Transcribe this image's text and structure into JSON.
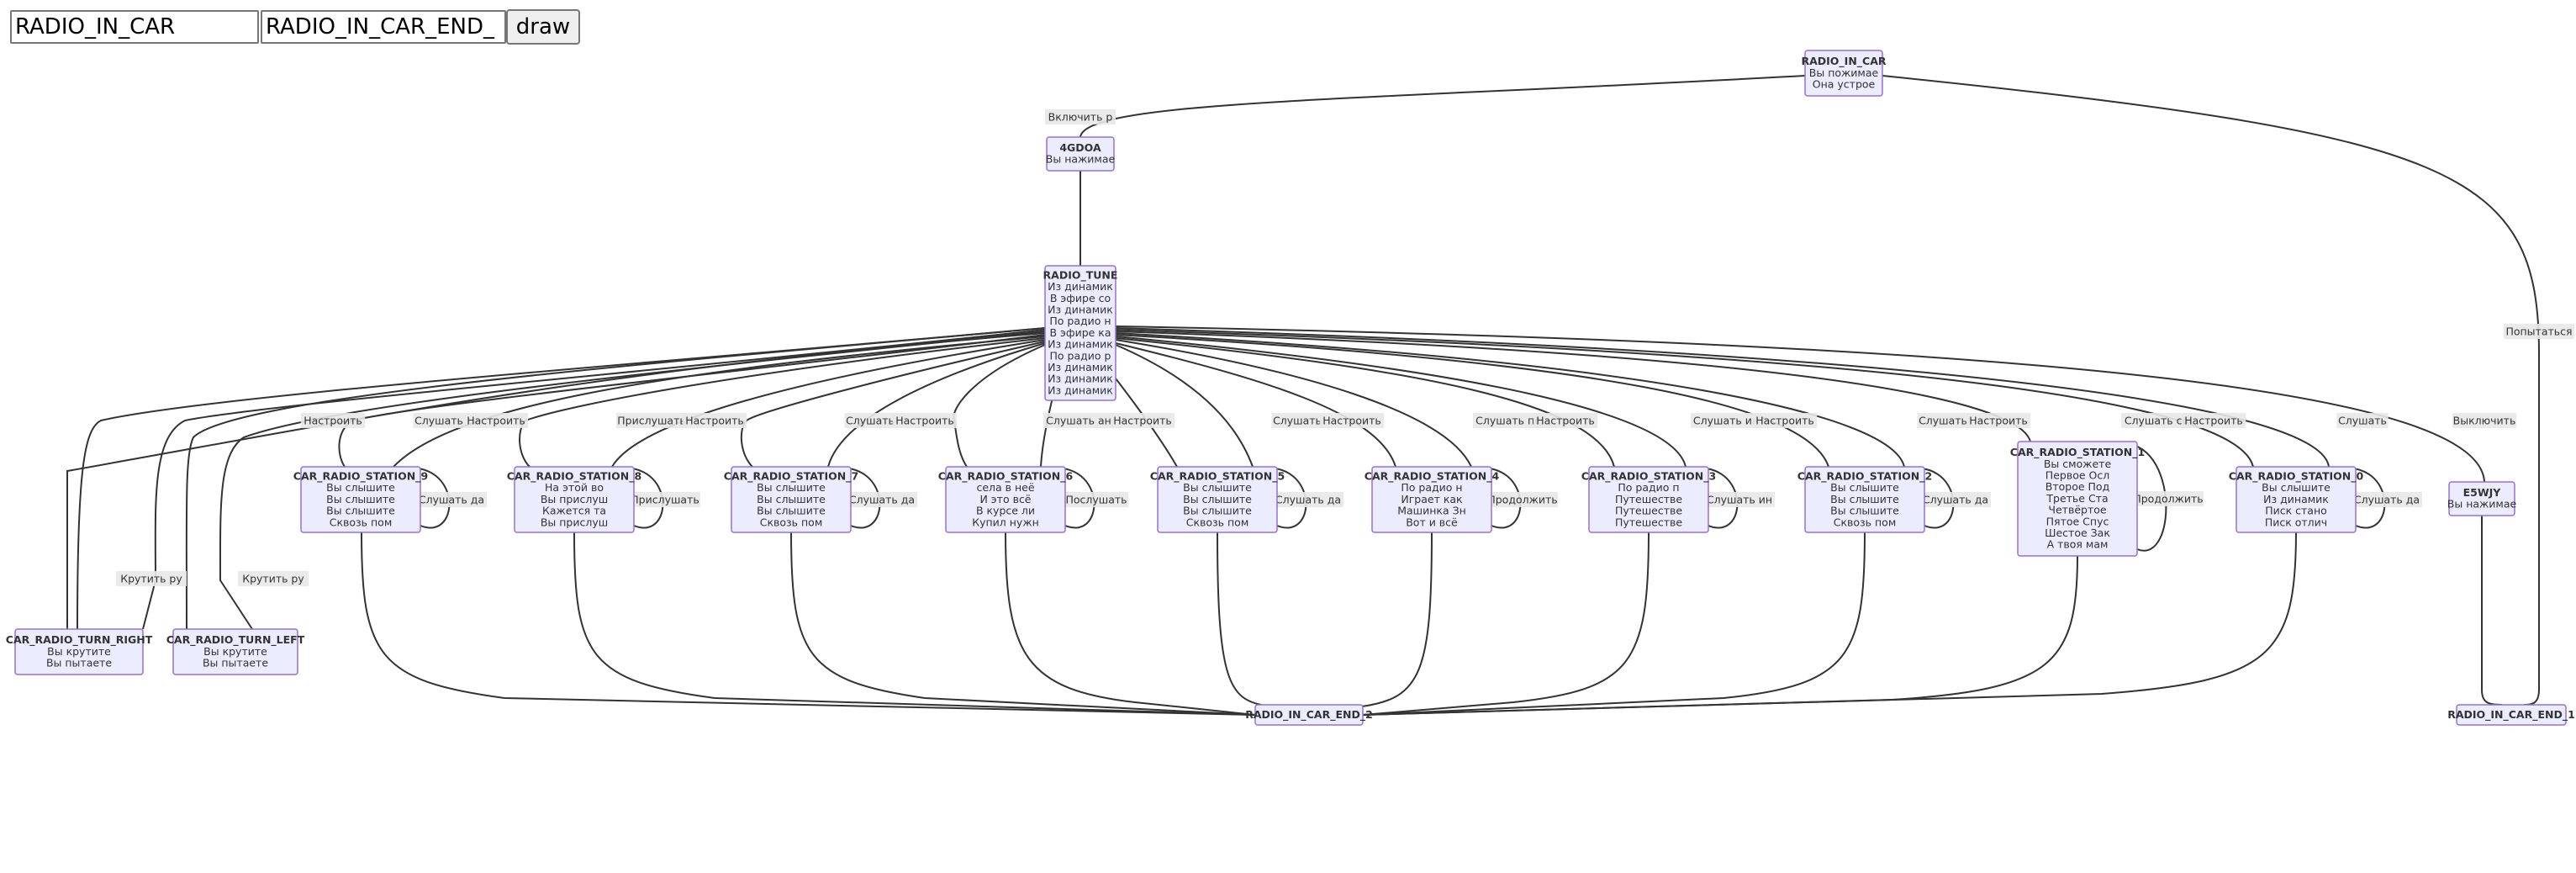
{
  "toolbar": {
    "start_value": "RADIO_IN_CAR",
    "end_value": "RADIO_IN_CAR_END_",
    "draw_label": "draw"
  },
  "colors": {
    "node_fill": "#ECECFF",
    "node_stroke": "#9370DB",
    "edge": "#333333",
    "label_bg": "#e8e8e8"
  },
  "diagram": {
    "nodes": {
      "RADIO_IN_CAR": {
        "title": "RADIO_IN_CAR",
        "lines": [
          "Вы пожимае",
          "Она устрое"
        ]
      },
      "4GDOA": {
        "title": "4GDOA",
        "lines": [
          "Вы нажимае"
        ]
      },
      "RADIO_TUNE": {
        "title": "RADIO_TUNE",
        "lines": [
          "Из динамик",
          "В эфире со",
          "Из динамик",
          "По радио н",
          "В эфире ка",
          "Из динамик",
          "По радио р",
          "Из динамик",
          "Из динамик",
          "Из динамик"
        ]
      },
      "S9": {
        "title": "CAR_RADIO_STATION_9",
        "lines": [
          "Вы слышите",
          "Вы слышите",
          "Вы слышите",
          "Сквозь пом"
        ]
      },
      "S8": {
        "title": "CAR_RADIO_STATION_8",
        "lines": [
          "На этой во",
          "Вы прислуш",
          "Кажется та",
          "Вы прислуш"
        ]
      },
      "S7": {
        "title": "CAR_RADIO_STATION_7",
        "lines": [
          "Вы слышите",
          "Вы слышите",
          "Вы слышите",
          "Сквозь пом"
        ]
      },
      "S6": {
        "title": "CAR_RADIO_STATION_6",
        "lines": [
          "села в неё",
          "И это всё",
          "В курсе ли",
          "Купил нужн"
        ]
      },
      "S5": {
        "title": "CAR_RADIO_STATION_5",
        "lines": [
          "Вы слышите",
          "Вы слышите",
          "Вы слышите",
          "Сквозь пом"
        ]
      },
      "S4": {
        "title": "CAR_RADIO_STATION_4",
        "lines": [
          "По радио н",
          "Играет как",
          "Машинка Зн",
          "Вот и всё"
        ]
      },
      "S3": {
        "title": "CAR_RADIO_STATION_3",
        "lines": [
          "По радио п",
          "Путешестве",
          "Путешестве",
          "Путешестве"
        ]
      },
      "S2": {
        "title": "CAR_RADIO_STATION_2",
        "lines": [
          "Вы слышите",
          "Вы слышите",
          "Вы слышите",
          "Сквозь пом"
        ]
      },
      "S1": {
        "title": "CAR_RADIO_STATION_1",
        "lines": [
          "Вы сможете",
          "Первое Осл",
          "Второе Под",
          "Третье Ста",
          "Четвёртое",
          "Пятое Спус",
          "Шестое Зак",
          "А твоя мам"
        ]
      },
      "S0": {
        "title": "CAR_RADIO_STATION_0",
        "lines": [
          "Вы слышите",
          "Из динамик",
          "Писк стано",
          "Писк отлич"
        ]
      },
      "E5WJY": {
        "title": "E5WJY",
        "lines": [
          "Вы нажимае"
        ]
      },
      "TR": {
        "title": "CAR_RADIO_TURN_RIGHT",
        "lines": [
          "Вы крутите",
          "Вы пытаете"
        ]
      },
      "TL": {
        "title": "CAR_RADIO_TURN_LEFT",
        "lines": [
          "Вы крутите",
          "Вы пытаете"
        ]
      },
      "END2": {
        "title": "RADIO_IN_CAR_END_2",
        "lines": []
      },
      "END1": {
        "title": "RADIO_IN_CAR_END_1",
        "lines": []
      }
    },
    "edge_labels": {
      "vkl": "Включить р",
      "pop": "Попытаться",
      "n1": "Настроить",
      "sl9": "Слушать",
      "n9": "Настроить",
      "pr8": "Прислушать",
      "n8": "Настроить",
      "sl7": "Слушать",
      "n7": "Настроить",
      "sl6": "Слушать ан",
      "n6": "Настроить",
      "sl5": "Слушать",
      "n5": "Настроить",
      "sl4": "Слушать пе",
      "n4": "Настроить",
      "sl3": "Слушать ин",
      "n3": "Настроить",
      "sl2": "Слушать",
      "n2": "Настроить",
      "sl1": "Слушать со",
      "n0": "Настроить",
      "sl0": "Слушать",
      "vyk": "Выключить",
      "kr1": "Крутить ру",
      "kr2": "Крутить ру",
      "l9": "Слушать да",
      "l8": "Прислушать",
      "l7": "Слушать да",
      "l6": "Послушать",
      "l5": "Слушать да",
      "l4": "Продолжить",
      "l3": "Слушать ин",
      "l2": "Слушать да",
      "l1": "Продолжить",
      "l0": "Слушать да"
    }
  }
}
